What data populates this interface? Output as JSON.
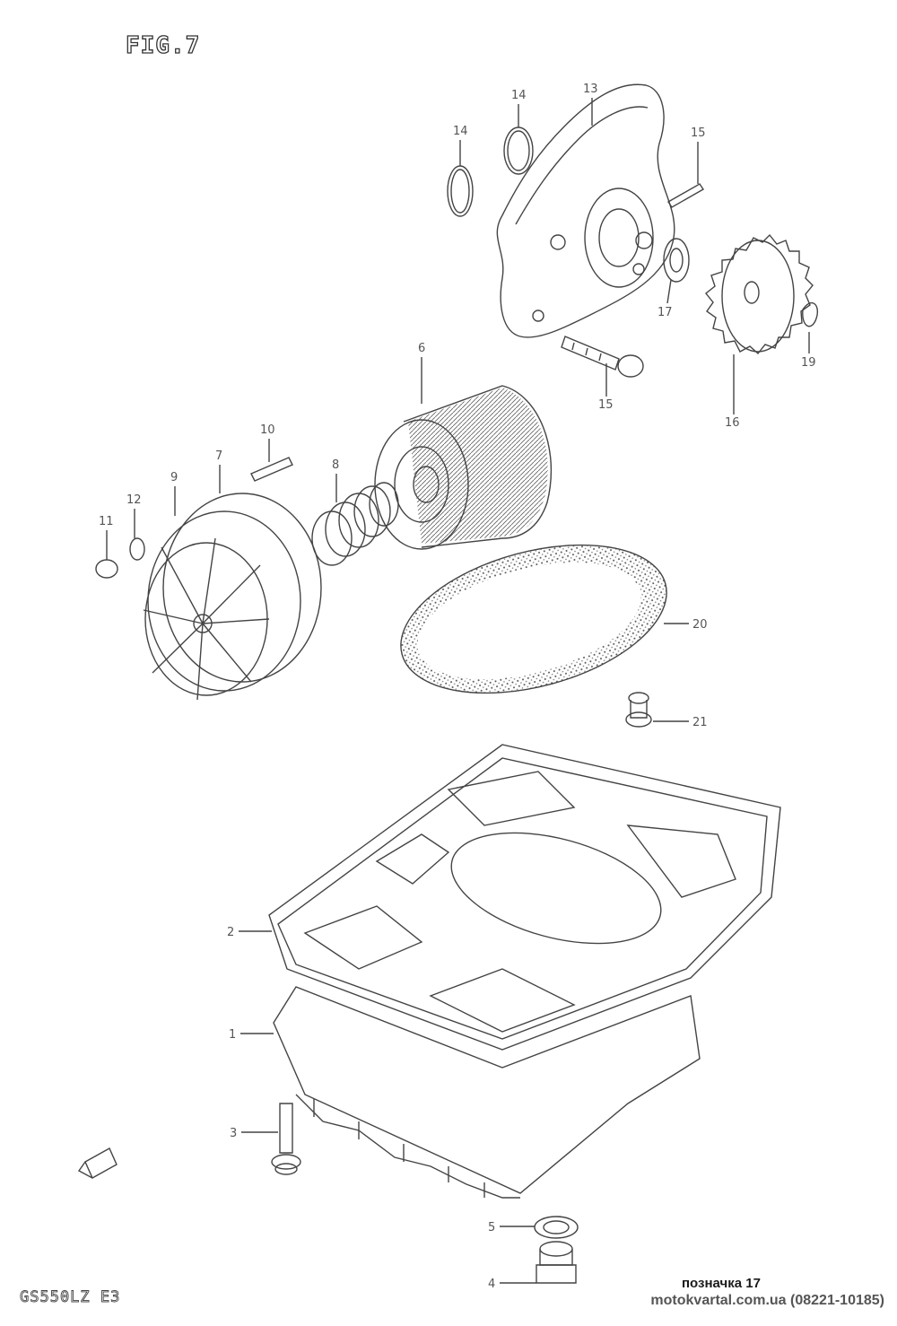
{
  "figure": {
    "title": "FIG.7",
    "model_code": "GS550LZ E3"
  },
  "watermark": {
    "mark": "позначка 17",
    "site": "motokvartal.com.ua (08221-10185)"
  },
  "callouts": [
    "1",
    "2",
    "3",
    "4",
    "5",
    "6",
    "7",
    "8",
    "9",
    "10",
    "11",
    "12",
    "13",
    "14",
    "14",
    "15",
    "15",
    "16",
    "17",
    "19",
    "20",
    "21"
  ]
}
